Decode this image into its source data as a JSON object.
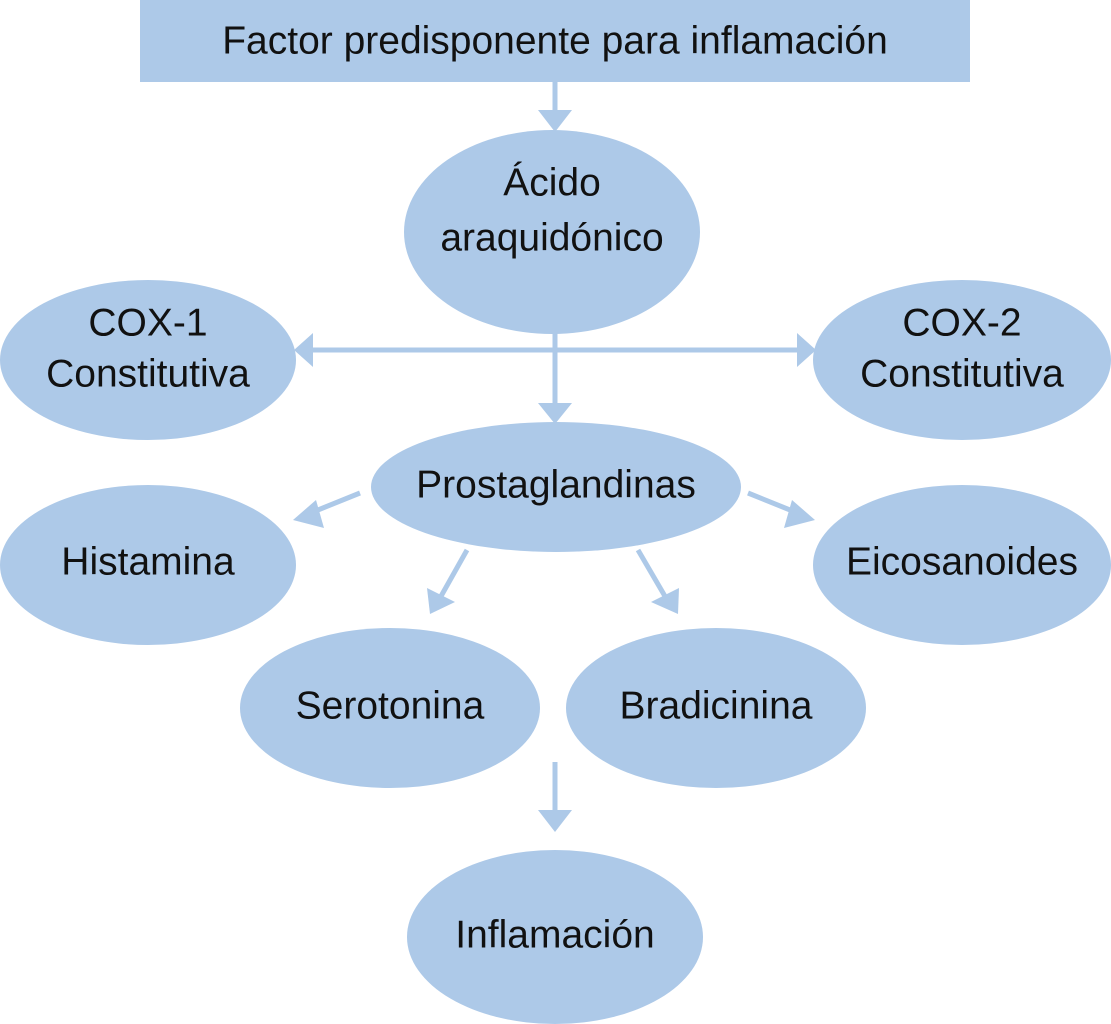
{
  "diagram": {
    "title": "Factor predisponente para inflamación",
    "nodes": {
      "acido": [
        "Ácido",
        "araquidónico"
      ],
      "cox1": [
        "COX-1",
        "Constitutiva"
      ],
      "cox2": [
        "COX-2",
        "Constitutiva"
      ],
      "prostaglandinas": "Prostaglandinas",
      "histamina": "Histamina",
      "eicosanoides": "Eicosanoides",
      "serotonina": "Serotonina",
      "bradicinina": "Bradicinina",
      "inflamacion": "Inflamación"
    },
    "edges": [
      [
        "title",
        "acido"
      ],
      [
        "acido",
        "cox1"
      ],
      [
        "acido",
        "cox2"
      ],
      [
        "acido",
        "prostaglandinas"
      ],
      [
        "prostaglandinas",
        "histamina"
      ],
      [
        "prostaglandinas",
        "eicosanoides"
      ],
      [
        "prostaglandinas",
        "serotonina"
      ],
      [
        "prostaglandinas",
        "bradicinina"
      ],
      [
        "serotonina/bradicinina",
        "inflamacion"
      ]
    ],
    "colors": {
      "node": "#adc9e8",
      "text": "#111111"
    }
  }
}
